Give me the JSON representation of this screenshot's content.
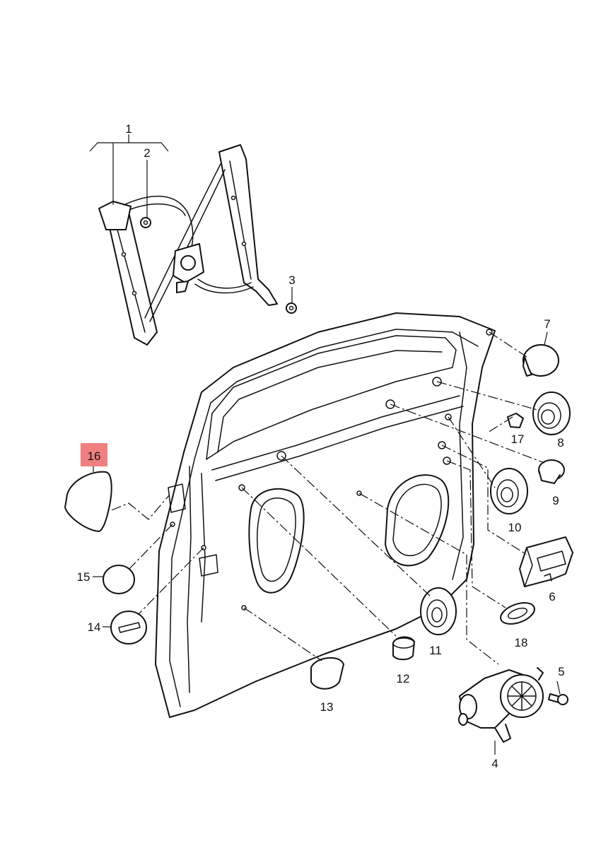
{
  "callouts": {
    "c1": "1",
    "c2": "2",
    "c3": "3",
    "c4": "4",
    "c5": "5",
    "c6": "6",
    "c7": "7",
    "c8": "8",
    "c9": "9",
    "c10": "10",
    "c11": "11",
    "c12": "12",
    "c13": "13",
    "c14": "14",
    "c15": "15",
    "c16": "16",
    "c17": "17",
    "c18": "18"
  },
  "highlight": {
    "color": "#f08080",
    "item": "16"
  }
}
